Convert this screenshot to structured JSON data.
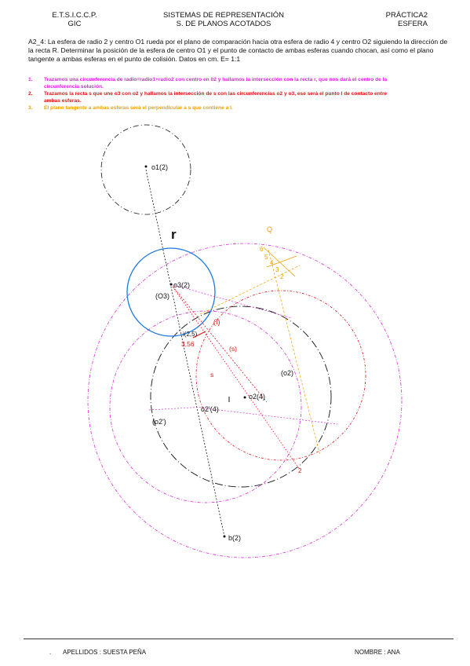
{
  "header": {
    "school": "E.T.S.I.C.C.P.",
    "course_code": "GIC",
    "subject": "SISTEMAS DE REPRESENTACIÓN",
    "subject_sub": "S. DE PLANOS ACOTADOS",
    "practice": "PRÁCTICA2",
    "practice_sub": "ESFERA"
  },
  "statement": {
    "text": "A2_4: La esfera de radio 2 y centro O1 rueda por el plano de comparación hacia otra esfera de radio 4 y centro O2 siguiendo la dirección de la recta R. Determinar la posición de la esfera de centro O1 y el punto de contacto de ambas esferas cuando chocan, así como el plano tangente a ambas esferas en el punto de colisión. Datos en cm. E= 1:1"
  },
  "steps": [
    {
      "num": "1.",
      "text": "Trazamos una circunferencia de radio=radio1+radio2 con centro en 02 y hallamos la intersección con la recta r, que nos dará el centro de la circunferencia solución.",
      "color": "#e020e0"
    },
    {
      "num": "2.",
      "text": "Trazamos la recta s que une o3 con o2 y hallamos la intersección de s con las circunferencias o2 y o3, ese será el punto I de contacto entre ambas esferas.",
      "color": "#e01515"
    },
    {
      "num": "3.",
      "text": "El plano tangente a ambas esferas será el perpendicular a s que contiene a I.",
      "color": "#f0a000"
    }
  ],
  "drawing": {
    "labels": {
      "o1": "o1(2)",
      "r": "r",
      "o3": "o3(2)",
      "O3": "(O3)",
      "i": "i(2,5)",
      "I": "(I)",
      "v356": "3,56",
      "s": "s",
      "s_par": "(s)",
      "O2": "(o2)",
      "o2": "o2(4)",
      "o2p": "o2'(4)",
      "O2p": "(o2')",
      "b": "b(2)",
      "Q": "Q",
      "q6": "6",
      "q5": "5",
      "q4": "4",
      "q3": "3",
      "q2": "2",
      "n2": "2"
    },
    "colors": {
      "black": "#111111",
      "blue": "#1a7ae0",
      "magenta": "#d830d8",
      "red": "#e01515",
      "orange": "#f0a000"
    }
  },
  "footer": {
    "dot": ".",
    "surname": "APELLIDOS : SUESTA PEÑA",
    "name": "NOMBRE : ANA"
  }
}
